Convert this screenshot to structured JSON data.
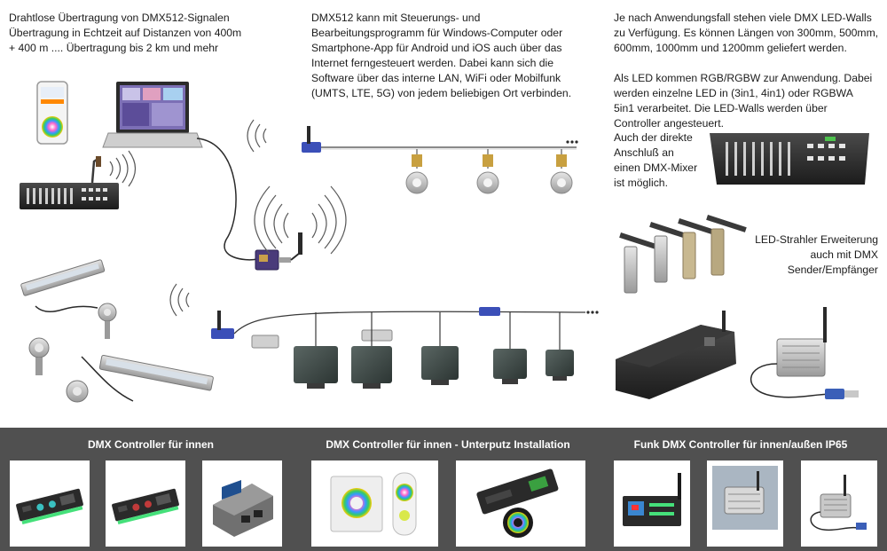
{
  "texts": {
    "wireless": [
      "Drahtlose Übertragung von DMX512-Signalen",
      "Übertragung in Echtzeit auf Distanzen von 400m",
      "+ 400 m .... Übertragung bis 2 km und mehr"
    ],
    "software": [
      "DMX512 kann mit Steuerungs- und",
      "Bearbeitungsprogramm für Windows-Computer oder",
      "Smartphone-App für Android und iOS auch über das",
      "Internet ferngesteuert werden. Dabei kann sich die",
      "Software über das interne LAN, WiFi oder Mobilfunk",
      "(UMTS, LTE, 5G) von jedem beliebigen Ort verbinden."
    ],
    "ledwalls": [
      "Je nach Anwendungsfall stehen viele DMX LED-Walls",
      "zu Verfügung. Es können Längen von 300mm, 500mm,",
      "600mm, 1000mm und 1200mm geliefert werden."
    ],
    "ledtypes": [
      "Als LED kommen RGB/RGBW zur Anwendung. Dabei",
      "werden einzelne LED in (3in1, 4in1) oder RGBWA",
      "5in1 verarbeitet. Die LED-Walls werden über",
      "Controller angesteuert."
    ],
    "mixer": [
      "Auch der direkte",
      "Anschluß an",
      "einen DMX-Mixer",
      "ist möglich."
    ],
    "strahler": [
      "LED-Strahler Erweiterung",
      "auch mit DMX",
      "Sender/Empfänger"
    ]
  },
  "categories": [
    {
      "title": "DMX Controller für innen"
    },
    {
      "title": "DMX Controller für innen - Unterputz Installation"
    },
    {
      "title": "Funk DMX Controller für innen/außen IP65"
    }
  ],
  "products": [
    {
      "name": "dmx-controller-box-1"
    },
    {
      "name": "dmx-controller-box-2"
    },
    {
      "name": "dmx-controller-display"
    },
    {
      "name": "wall-rgb-panel-remote"
    },
    {
      "name": "rgb-controller-remote"
    },
    {
      "name": "funk-controller-display"
    },
    {
      "name": "funk-receiver-box"
    },
    {
      "name": "funk-receiver-ip65"
    }
  ],
  "colors": {
    "bar_background": "#505050",
    "cable": "#2a2a2a",
    "dmx_module_blue": "#3b4fb8",
    "spot_metal": "#c8c8c8",
    "panel_dark": "#3e4a47"
  }
}
